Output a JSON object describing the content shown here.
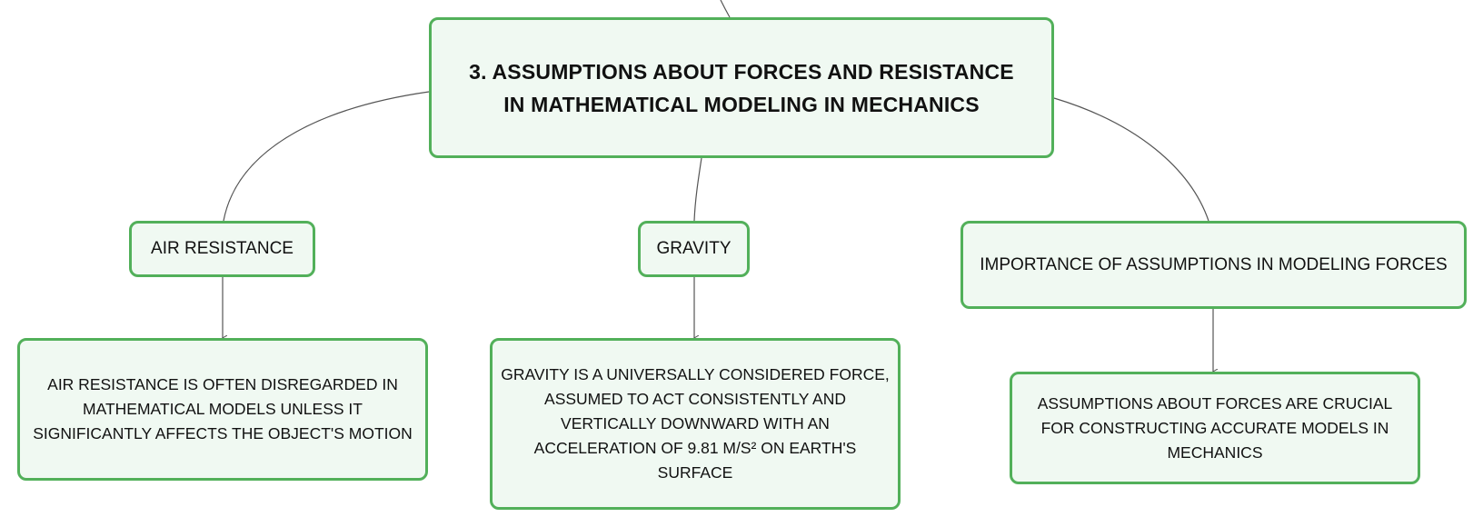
{
  "diagram": {
    "type": "mind-map",
    "colors": {
      "node_border": "#52b05a",
      "node_fill": "#f0f9f2",
      "connector": "#555555",
      "text": "#111111"
    },
    "root": {
      "label": "3. ASSUMPTIONS ABOUT FORCES AND RESISTANCE IN MATHEMATICAL MODELING IN MECHANICS"
    },
    "topics": [
      {
        "label": "AIR RESISTANCE",
        "detail": "AIR RESISTANCE IS OFTEN DISREGARDED IN MATHEMATICAL MODELS UNLESS IT SIGNIFICANTLY AFFECTS THE OBJECT'S MOTION"
      },
      {
        "label": "GRAVITY",
        "detail": "GRAVITY IS A UNIVERSALLY CONSIDERED FORCE, ASSUMED TO ACT CONSISTENTLY AND VERTICALLY DOWNWARD WITH AN ACCELERATION OF 9.81 M/S² ON EARTH'S SURFACE"
      },
      {
        "label": "IMPORTANCE OF ASSUMPTIONS IN MODELING FORCES",
        "detail": "ASSUMPTIONS ABOUT FORCES ARE CRUCIAL FOR CONSTRUCTING ACCURATE MODELS IN MECHANICS"
      }
    ]
  }
}
